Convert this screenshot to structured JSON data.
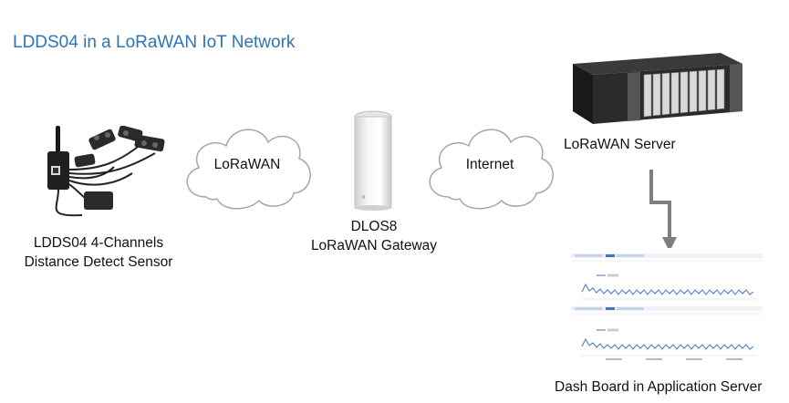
{
  "title": "LDDS04 in a LoRaWAN IoT Network",
  "nodes": {
    "sensor": {
      "line1": "LDDS04 4-Channels",
      "line2": "Distance Detect Sensor",
      "icon": "sensor-device-icon"
    },
    "cloud_lorawan": {
      "label": "LoRaWAN",
      "icon": "cloud-icon"
    },
    "gateway": {
      "line1": "DLOS8",
      "line2": "LoRaWAN Gateway",
      "icon": "gateway-tower-icon"
    },
    "cloud_internet": {
      "label": "Internet",
      "icon": "cloud-icon"
    },
    "server": {
      "label": "LoRaWAN Server",
      "icon": "rack-server-icon"
    },
    "dashboard": {
      "label": "Dash Board in Application Server",
      "icon": "dashboard-screenshot-icon"
    }
  },
  "colors": {
    "title": "#2e74b5",
    "cloud_stroke": "#a6a6a6",
    "arrow": "#7f7f7f",
    "series_line": "#4472c4"
  }
}
